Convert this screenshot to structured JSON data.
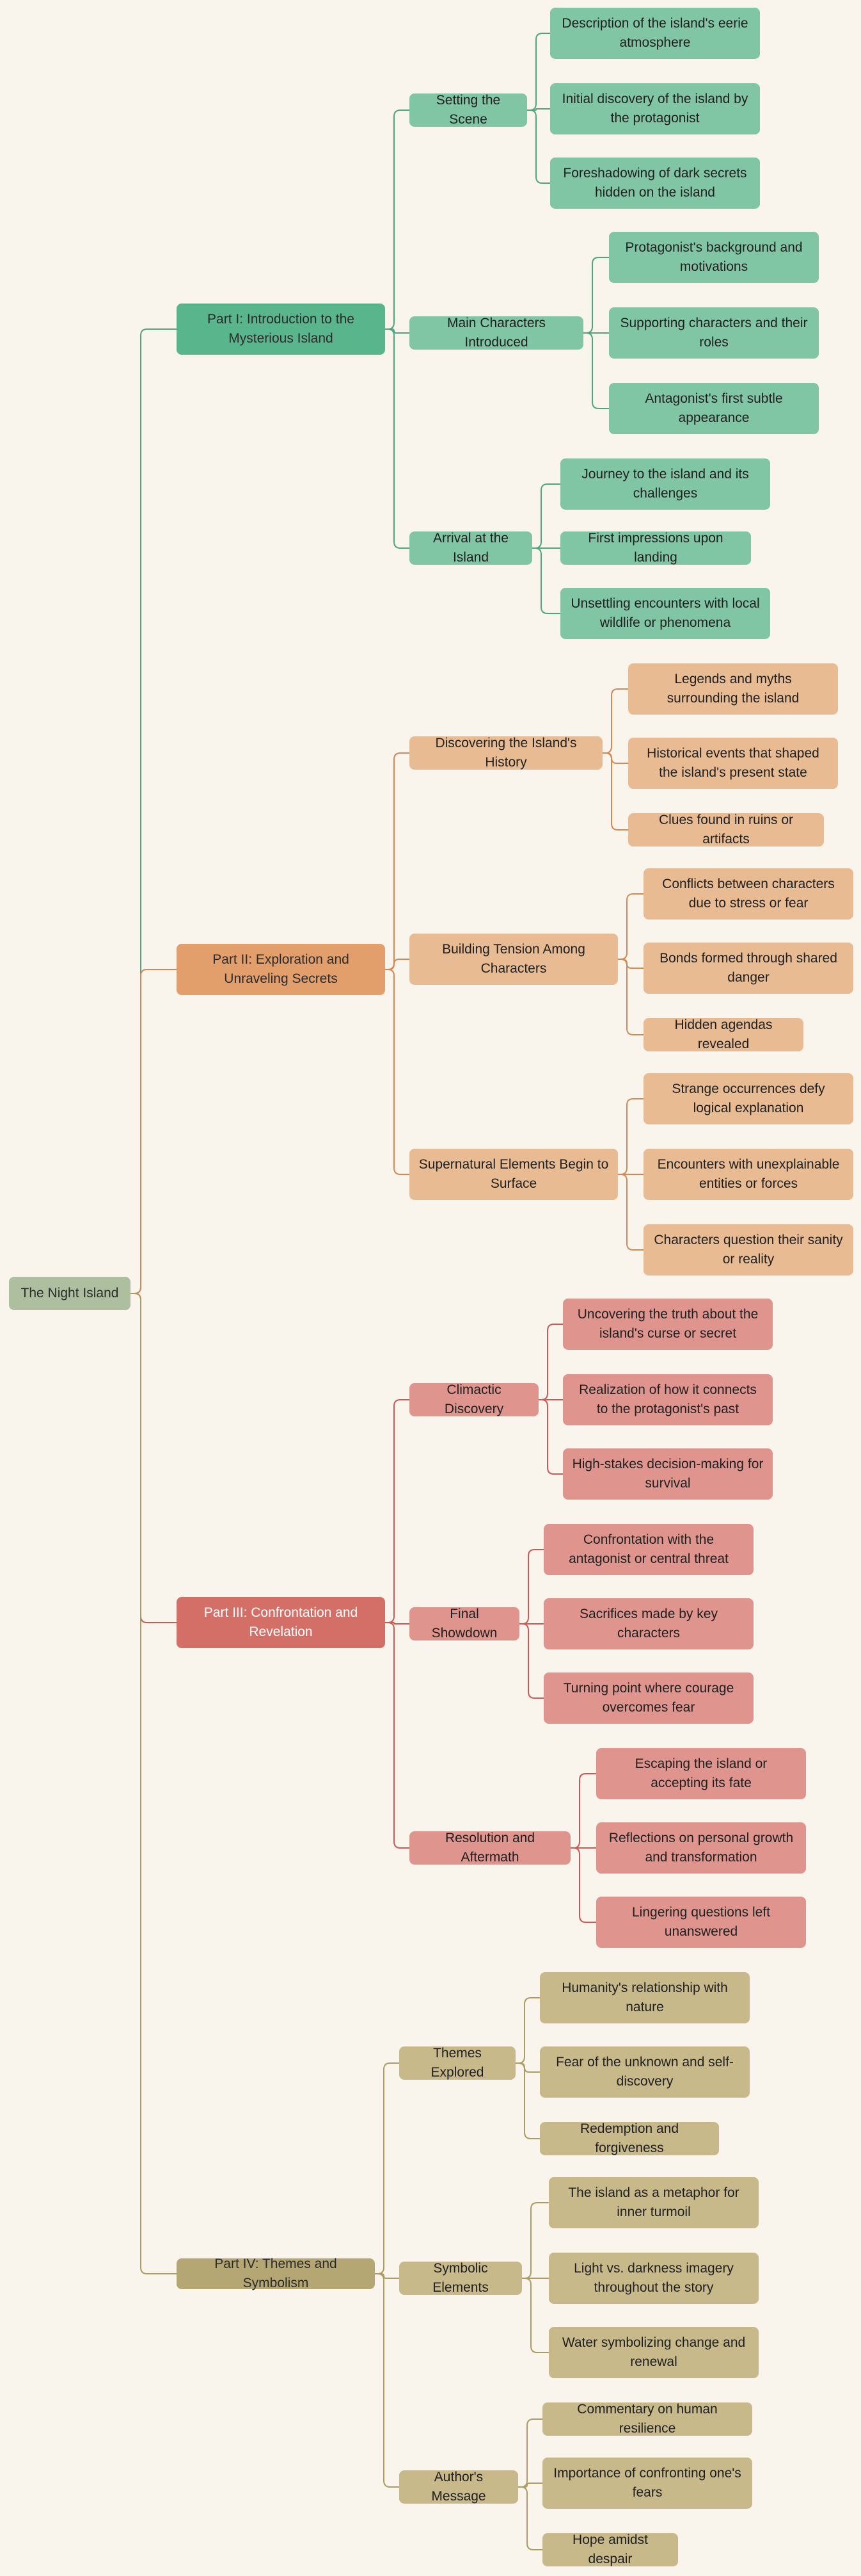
{
  "root": {
    "label": "The Night Island"
  },
  "parts": [
    {
      "id": "p1",
      "label": "Part I: Introduction to the Mysterious Island",
      "colors": {
        "part": "#59b58c",
        "node": "#80c6a4",
        "line": "#4ea67f"
      },
      "sections": [
        {
          "label": "Setting the Scene",
          "items": [
            "Description of the island's eerie atmosphere",
            "Initial discovery of the island by the protagonist",
            "Foreshadowing of dark secrets hidden on the island"
          ]
        },
        {
          "label": "Main Characters Introduced",
          "items": [
            "Protagonist's background and motivations",
            "Supporting characters and their roles",
            "Antagonist's first subtle appearance"
          ]
        },
        {
          "label": "Arrival at the Island",
          "items": [
            "Journey to the island and its challenges",
            "First impressions upon landing",
            "Unsettling encounters with local wildlife or phenomena"
          ]
        }
      ]
    },
    {
      "id": "p2",
      "label": "Part II: Exploration and Unraveling Secrets",
      "colors": {
        "part": "#e29e6b",
        "node": "#e8bb92",
        "line": "#d08b55"
      },
      "sections": [
        {
          "label": "Discovering the Island's History",
          "items": [
            "Legends and myths surrounding the island",
            "Historical events that shaped the island's present state",
            "Clues found in ruins or artifacts"
          ]
        },
        {
          "label": "Building Tension Among Characters",
          "items": [
            "Conflicts between characters due to stress or fear",
            "Bonds formed through shared danger",
            "Hidden agendas revealed"
          ]
        },
        {
          "label": "Supernatural Elements Begin to Surface",
          "items": [
            "Strange occurrences defy logical explanation",
            "Encounters with unexplainable entities or forces",
            "Characters question their sanity or reality"
          ]
        }
      ]
    },
    {
      "id": "p3",
      "label": "Part III: Confrontation and Revelation",
      "colors": {
        "part": "#d46f68",
        "node": "#df958d",
        "line": "#c95a55"
      },
      "sections": [
        {
          "label": "Climactic Discovery",
          "items": [
            "Uncovering the truth about the island's curse or secret",
            "Realization of how it connects to the protagonist's past",
            "High-stakes decision-making for survival"
          ]
        },
        {
          "label": "Final Showdown",
          "items": [
            "Confrontation with the antagonist or central threat",
            "Sacrifices made by key characters",
            "Turning point where courage overcomes fear"
          ]
        },
        {
          "label": "Resolution and Aftermath",
          "items": [
            "Escaping the island or accepting its fate",
            "Reflections on personal growth and transformation",
            "Lingering questions left unanswered"
          ]
        }
      ]
    },
    {
      "id": "p4",
      "label": "Part IV: Themes and Symbolism",
      "colors": {
        "part": "#b5a773",
        "node": "#c8b98a",
        "line": "#ac9c62"
      },
      "sections": [
        {
          "label": "Themes Explored",
          "items": [
            "Humanity's relationship with nature",
            "Fear of the unknown and self-discovery",
            "Redemption and forgiveness"
          ]
        },
        {
          "label": "Symbolic Elements",
          "items": [
            "The island as a metaphor for inner turmoil",
            "Light vs. darkness imagery throughout the story",
            "Water symbolizing change and renewal"
          ]
        },
        {
          "label": "Author's Message",
          "items": [
            "Commentary on human resilience",
            "Importance of confronting one's fears",
            "Hope amidst despair"
          ]
        }
      ]
    }
  ],
  "root_color": "#aebfa0"
}
